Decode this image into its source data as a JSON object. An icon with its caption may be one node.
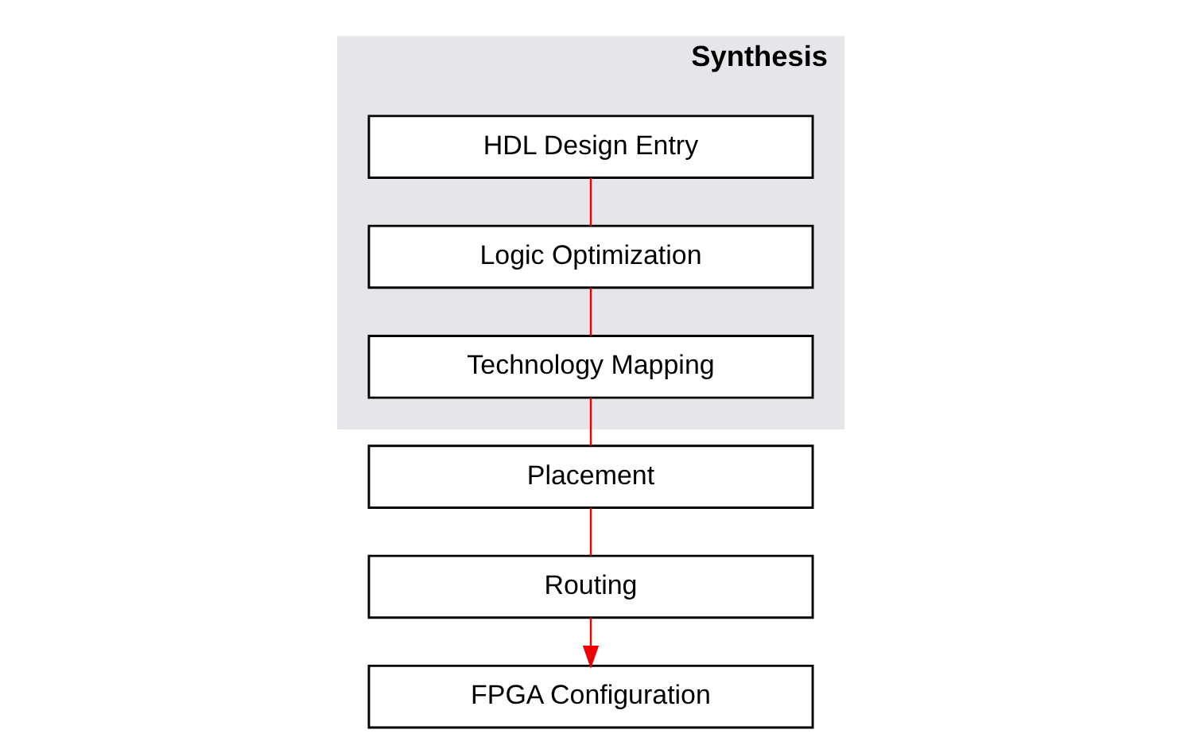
{
  "diagram": {
    "nodes": [
      {
        "text": [
          "Synthesis"
        ]
      },
      {
        "text": [
          "HDL Design Entry"
        ],
        "in": 0
      },
      {
        "text": [
          "Logic Optimization"
        ],
        "in": 0
      },
      {
        "text": [
          "Technology Mapping"
        ],
        "in": 0
      },
      {
        "text": [
          "Placement"
        ]
      },
      {
        "text": [
          "Routing"
        ]
      },
      {
        "text": [
          "FPGA Configuration"
        ]
      }
    ],
    "edges": [
      {
        "from": 1,
        "to": 2,
        "arrow": "none"
      },
      {
        "from": 2,
        "to": 3,
        "arrow": "none"
      },
      {
        "from": 3,
        "to": 4,
        "arrow": "none"
      },
      {
        "from": 4,
        "to": 5,
        "arrow": "none"
      },
      {
        "from": 5,
        "to": 6,
        "arrow": "to"
      }
    ]
  }
}
